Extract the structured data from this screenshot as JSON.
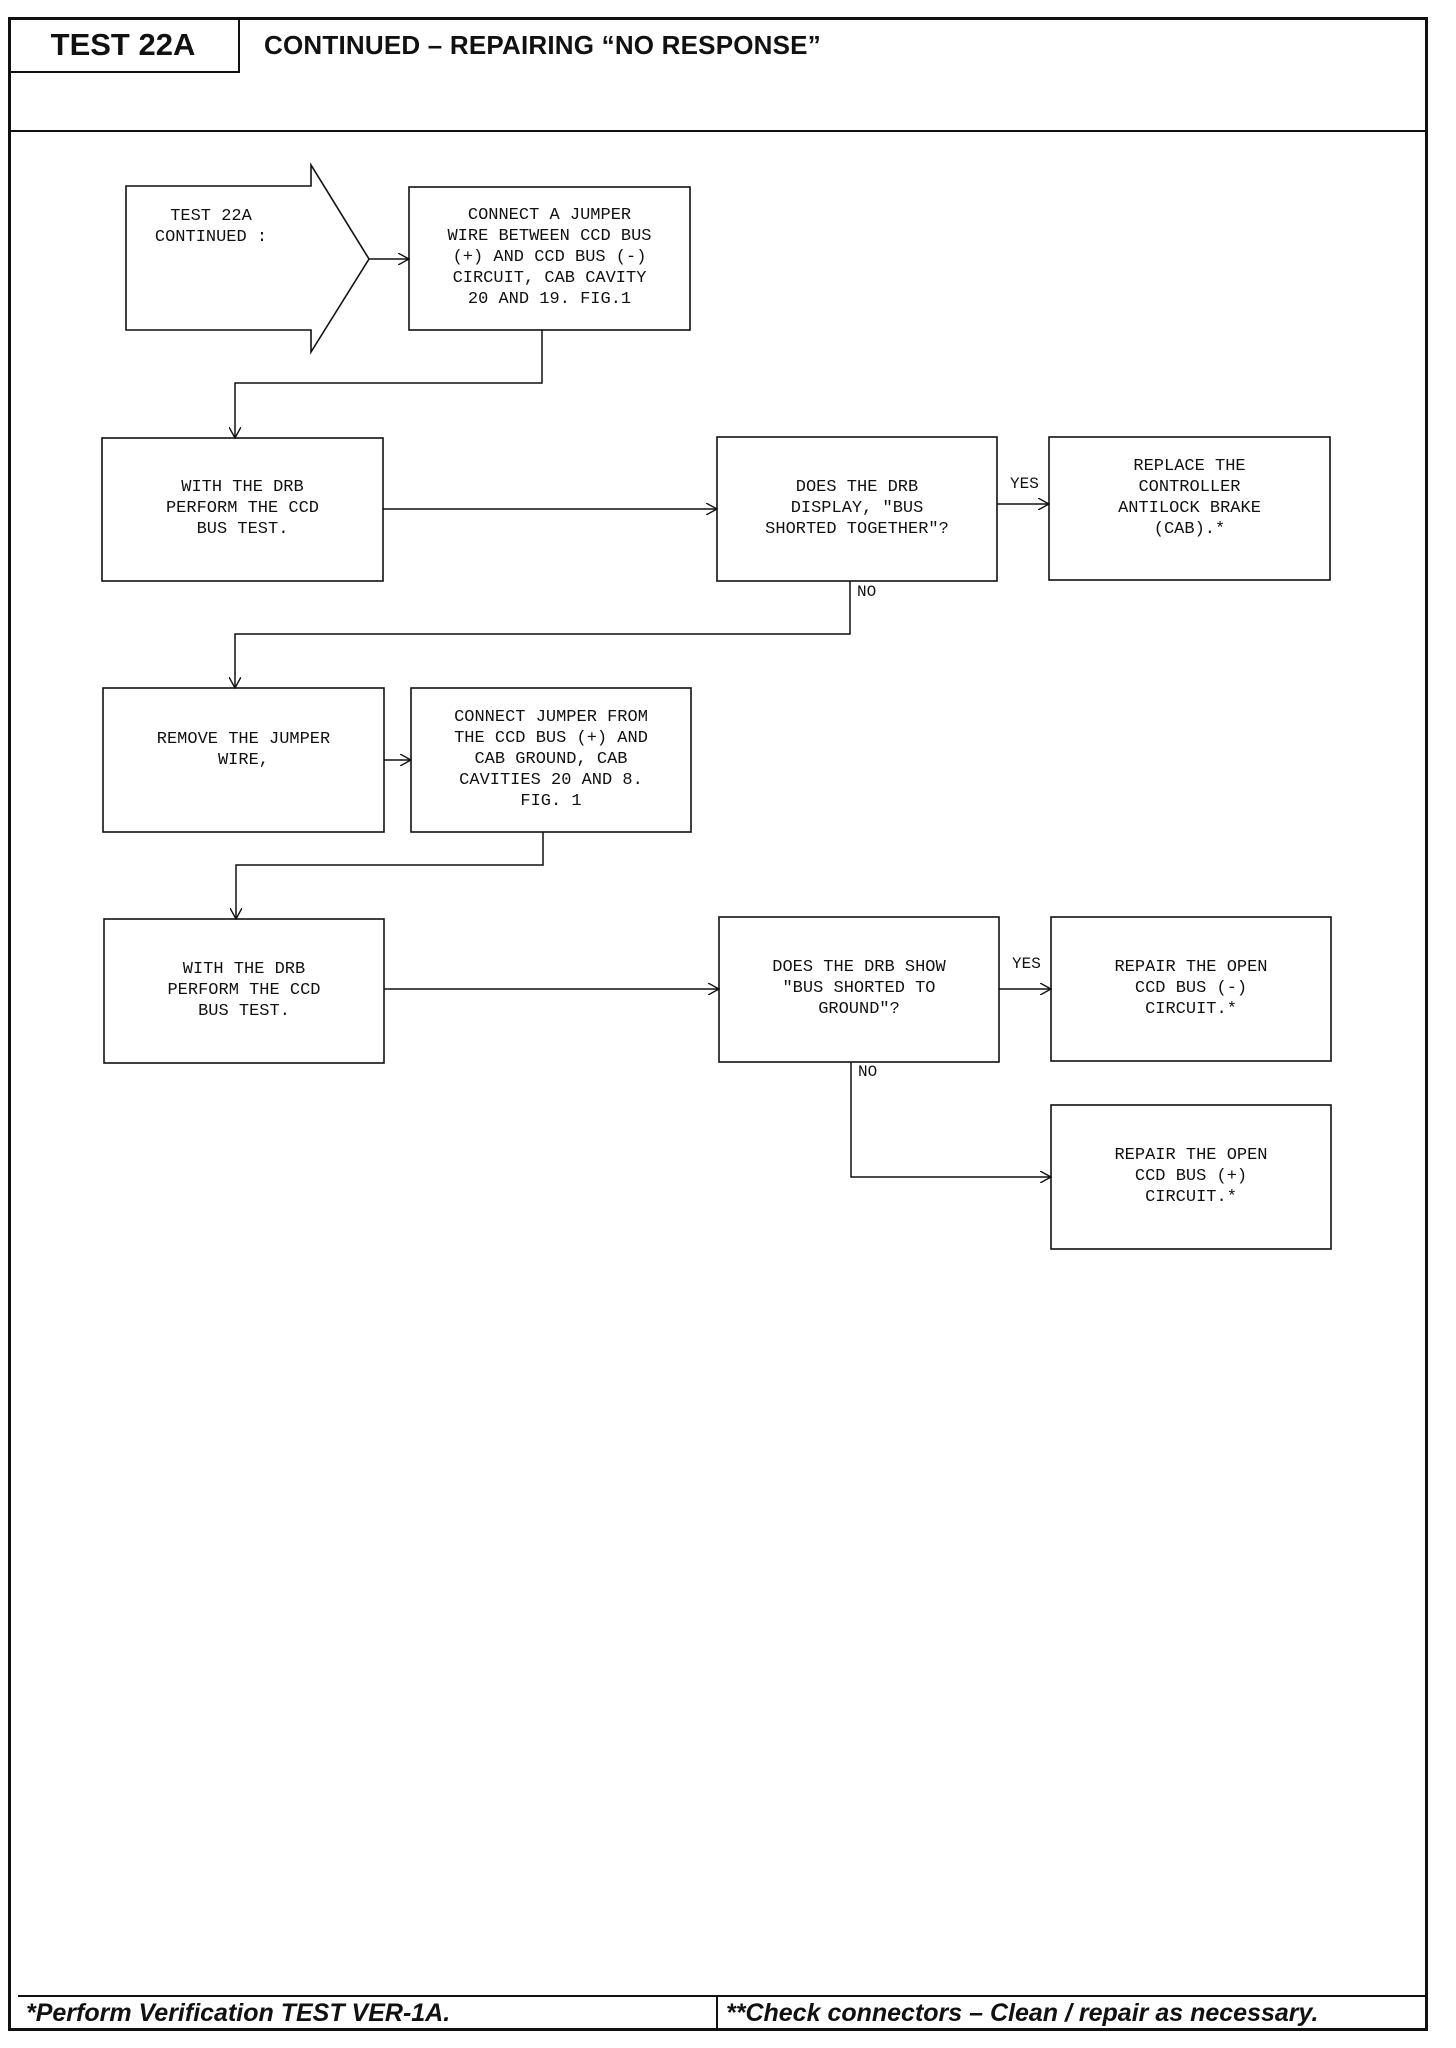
{
  "header": {
    "test_id": "TEST 22A",
    "title": "CONTINUED – REPAIRING “NO RESPONSE”"
  },
  "flowchart": {
    "start": "TEST 22A\nCONTINUED :",
    "step1": "CONNECT A JUMPER\nWIRE BETWEEN CCD BUS\n(+) AND CCD BUS (-)\nCIRCUIT, CAB CAVITY\n20 AND 19. FIG.1",
    "step2": "WITH THE DRB\nPERFORM THE CCD\nBUS TEST.",
    "decision1": "DOES THE DRB\nDISPLAY, \"BUS\nSHORTED TOGETHER\"?",
    "result1": "REPLACE THE\nCONTROLLER\nANTILOCK BRAKE\n(CAB).*",
    "step3": "REMOVE THE JUMPER\nWIRE,",
    "step4": "CONNECT JUMPER FROM\nTHE CCD BUS (+) AND\nCAB GROUND, CAB\nCAVITIES 20 AND 8.\nFIG. 1",
    "step5": "WITH THE DRB\nPERFORM THE CCD\nBUS TEST.",
    "decision2": "DOES THE DRB SHOW\n\"BUS SHORTED TO\nGROUND\"?",
    "result2": "REPAIR THE OPEN\nCCD BUS (-)\nCIRCUIT.*",
    "result3": "REPAIR THE OPEN\nCCD BUS (+)\nCIRCUIT.*"
  },
  "edge_labels": {
    "d1_yes": "YES",
    "d1_no": "NO",
    "d2_yes": "YES",
    "d2_no": "NO"
  },
  "footer": {
    "left": "*Perform Verification TEST VER-1A.",
    "right": "**Check connectors – Clean / repair as necessary."
  }
}
